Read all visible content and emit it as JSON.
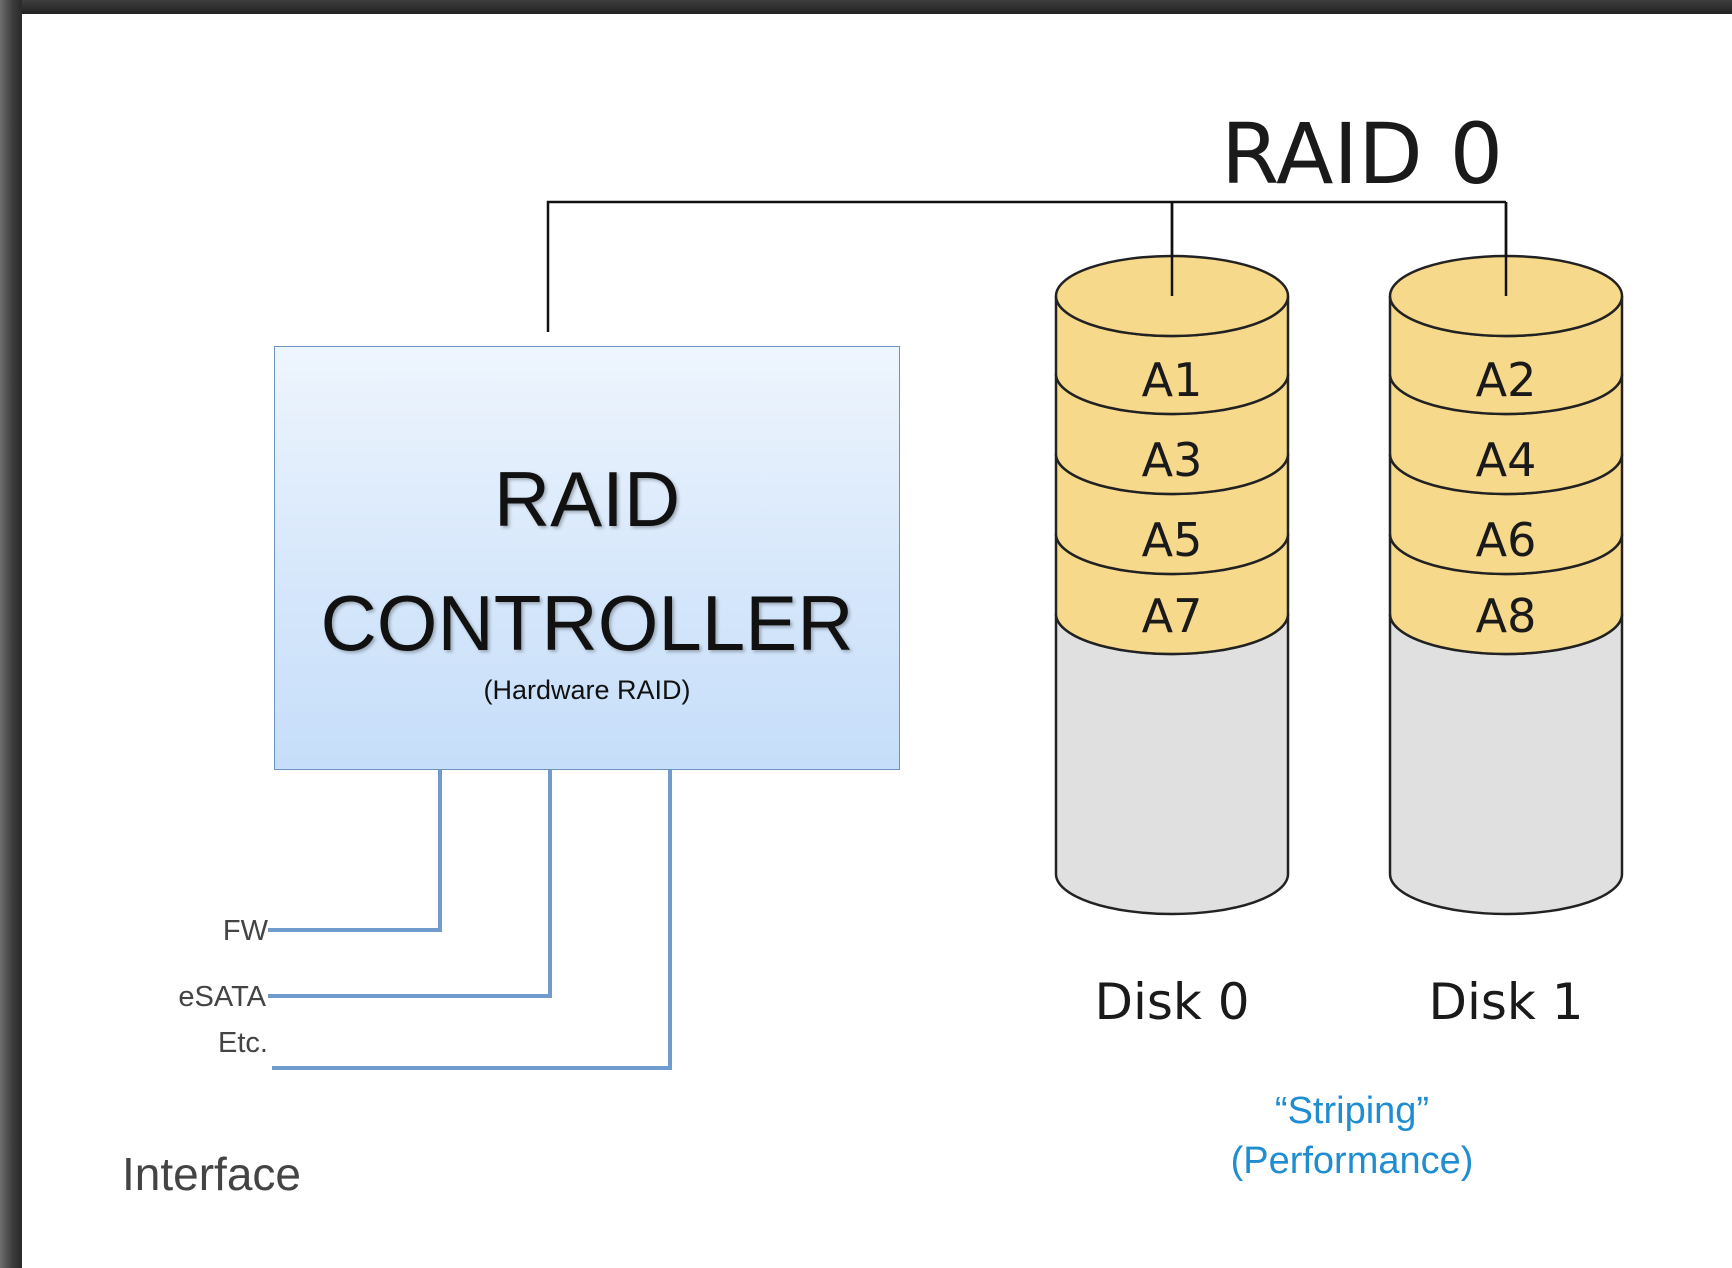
{
  "controller": {
    "title": "RAID\nCONTROLLER",
    "subtitle": "(Hardware RAID)"
  },
  "interfaces": {
    "heading": "Interface",
    "ports": [
      "FW",
      "eSATA",
      "Etc."
    ]
  },
  "array": {
    "title": "RAID 0",
    "disks": [
      {
        "name": "Disk 0",
        "blocks": [
          "A1",
          "A3",
          "A5",
          "A7"
        ]
      },
      {
        "name": "Disk 1",
        "blocks": [
          "A2",
          "A4",
          "A6",
          "A8"
        ]
      }
    ],
    "caption_line1": "“Striping”",
    "caption_line2": "(Performance)"
  },
  "colors": {
    "disk_block": "#f7d98b",
    "disk_empty": "#e0e0e0",
    "interface_line": "#6f9ccc",
    "caption": "#1f8dd0"
  }
}
